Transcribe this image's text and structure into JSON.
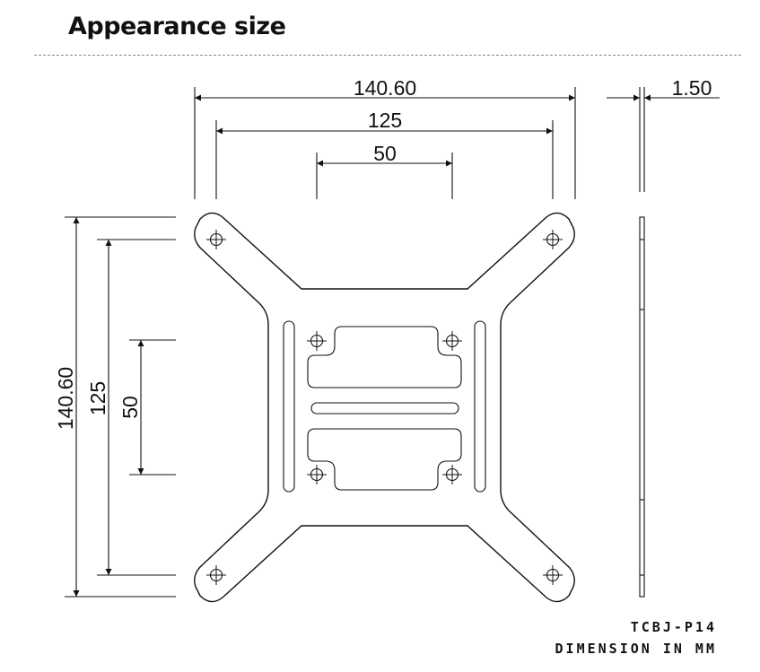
{
  "header": {
    "title": "Appearance size"
  },
  "dimensions": {
    "top_overall": "140.60",
    "top_hole_pitch": "125",
    "top_inner": "50",
    "thickness": "1.50",
    "left_overall": "140.60",
    "left_hole_pitch": "125",
    "left_inner": "50"
  },
  "footer": {
    "model": "TCBJ-P14",
    "units": "DIMENSION IN MM"
  },
  "colors": {
    "line": "#111111",
    "rule": "#8a8a8a",
    "background": "#ffffff"
  }
}
